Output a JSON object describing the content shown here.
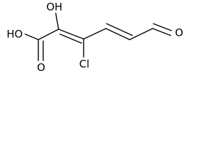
{
  "molecule": {
    "atoms": {
      "hydroxyl_oh": "OH",
      "acid_oh": "HO",
      "carbonyl_o_acid": "O",
      "chlorine": "Cl",
      "aldehyde_o": "O"
    }
  }
}
